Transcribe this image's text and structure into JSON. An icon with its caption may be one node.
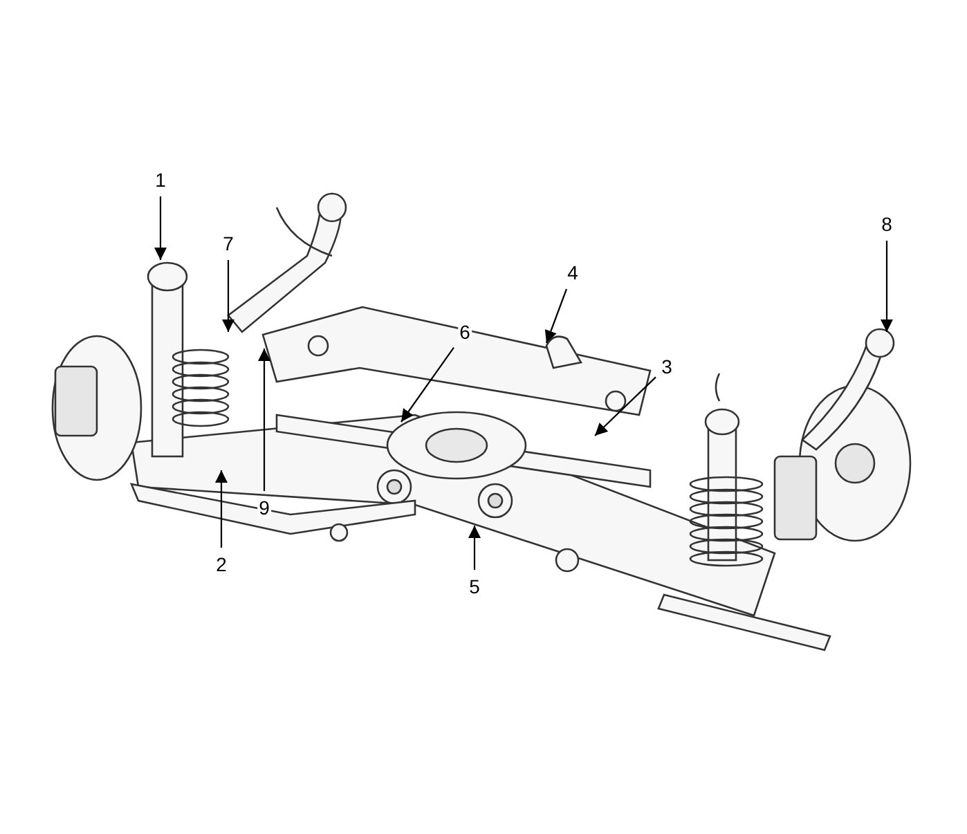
{
  "diagram": {
    "nodes": [
      {
        "text": [
          "1"
        ]
      },
      {
        "text": [
          "8"
        ]
      },
      {
        "text": [
          "7"
        ]
      },
      {
        "text": [
          "4"
        ]
      },
      {
        "text": [
          "6"
        ]
      },
      {
        "text": [
          "3"
        ]
      },
      {
        "text": [
          "9"
        ]
      },
      {
        "text": [
          "2"
        ]
      },
      {
        "text": [
          "5"
        ]
      }
    ],
    "edges": [
      {
        "from": 0,
        "to": null,
        "arrow": "to"
      },
      {
        "from": 1,
        "to": null,
        "arrow": "to"
      },
      {
        "from": 2,
        "to": null,
        "arrow": "to"
      },
      {
        "from": 3,
        "to": null,
        "arrow": "to"
      },
      {
        "from": 4,
        "to": null,
        "arrow": "to"
      },
      {
        "from": 5,
        "to": null,
        "arrow": "to"
      },
      {
        "from": 6,
        "to": null,
        "arrow": "to"
      },
      {
        "from": 7,
        "to": null,
        "arrow": "to"
      },
      {
        "from": 8,
        "to": null,
        "arrow": "to"
      }
    ]
  }
}
